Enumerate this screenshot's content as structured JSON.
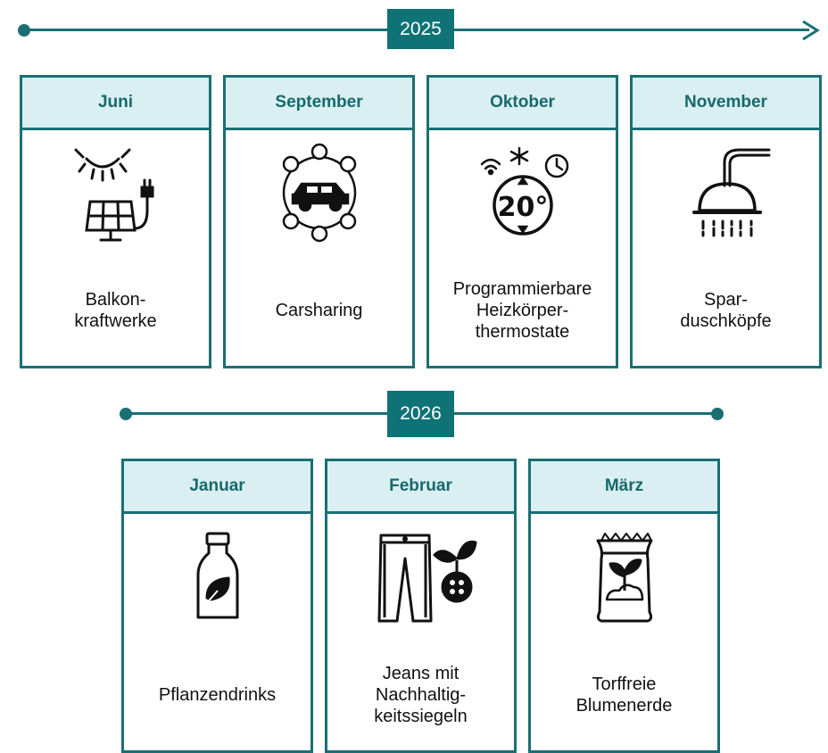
{
  "timelines": [
    {
      "year": "2025"
    },
    {
      "year": "2026"
    }
  ],
  "cards_2025": [
    {
      "month": "Juni",
      "label": "Balkon-\nkraftwerke",
      "icon": "solar-panel-icon"
    },
    {
      "month": "September",
      "label": "Carsharing",
      "icon": "carsharing-icon"
    },
    {
      "month": "Oktober",
      "label": "Programmierbare\nHeizkörper-\nthermostate",
      "icon": "thermostat-icon"
    },
    {
      "month": "November",
      "label": "Spar-\nduschköpfe",
      "icon": "shower-head-icon"
    }
  ],
  "cards_2026": [
    {
      "month": "Januar",
      "label": "Pflanzendrinks",
      "icon": "plant-milk-bottle-icon"
    },
    {
      "month": "Februar",
      "label": "Jeans mit\nNachhaltig-\nkeitssiegeln",
      "icon": "jeans-icon"
    },
    {
      "month": "März",
      "label": "Torffreie\nBlumenerde",
      "icon": "potting-soil-bag-icon"
    }
  ],
  "thermostat_display": "20°",
  "colors": {
    "accent": "#1b6f73",
    "badge": "#0f7275",
    "header_bg": "#d9eff1"
  }
}
